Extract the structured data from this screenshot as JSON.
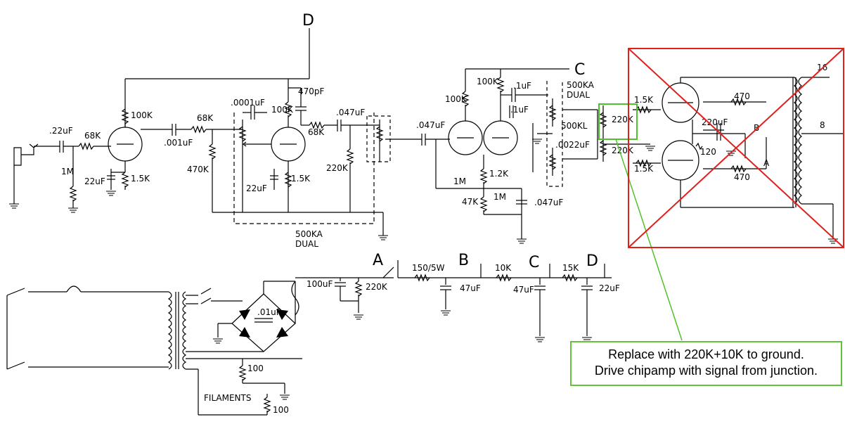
{
  "nodes": {
    "A": "A",
    "B": "B",
    "C": "C",
    "D": "D"
  },
  "preamp": {
    "input_cap": ".22uF",
    "r_grid": "68K",
    "r_input_shunt": "1M",
    "v1_plate": "100K",
    "v1_cathode_r": "1.5K",
    "v1_cathode_c": "22uF",
    "coupling_cap": ".001uF",
    "r_68k_2": "68K",
    "r_470k": "470K",
    "tone_cap": ".0001uF",
    "v2_plate": "100K",
    "v2_plate_cap": "470pF",
    "r_68k_3": "68K",
    "v2_cathode_c": "22uF",
    "v2_cathode_r": "1.5K",
    "cap_047": ".047uF",
    "r_220k": "220K",
    "pot_label": [
      "500KA",
      "DUAL"
    ]
  },
  "phase_inverter": {
    "cap_in": ".047uF",
    "r_plate1": "100K",
    "r_plate2": "100K",
    "cap_1uF_a": ".1uF",
    "cap_1uF_b": ".1uF",
    "r_1m_a": "1M",
    "r_1m_b": "1M",
    "r_tail": "1.2K",
    "r_47k": "47K",
    "cap_bypass": ".047uF",
    "pot_label": [
      "500KA",
      "DUAL"
    ],
    "pot_500kl": "500KL",
    "cap_0022": ".0022uF"
  },
  "power_amp": {
    "r_grid_top": "1.5K",
    "r_grid_bot": "1.5K",
    "r_220k_top": "220K",
    "r_220k_bot": "220K",
    "r_470_top": "470",
    "r_470_bot": "470",
    "cap_220": "220uF",
    "r_120": "120",
    "tap_16": "16",
    "tap_8": "8",
    "node_b": "B",
    "node_a": "A"
  },
  "supply": {
    "cap_01": ".01uF",
    "cap_100": "100uF",
    "r_220k": "220K",
    "r_150": "150/5W",
    "cap_47a": "47uF",
    "r_10k": "10K",
    "cap_47b": "47uF",
    "r_15k": "15K",
    "cap_22": "22uF",
    "r_100a": "100",
    "filaments": "FILAMENTS",
    "r_100b": "100"
  },
  "annotation": {
    "line1": "Replace with 220K+10K to ground.",
    "line2": "Drive chipamp with signal from junction."
  },
  "colors": {
    "strike": "#e0201d",
    "highlight": "#4fc22a",
    "ink": "#000000"
  }
}
